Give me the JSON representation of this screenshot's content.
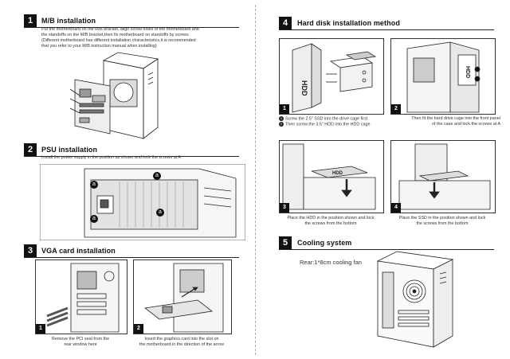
{
  "sections": {
    "mb": {
      "number": "1",
      "title": "M/B installation",
      "lines": [
        "Put the motherboard on the M/B bracket, align screw holes of the motherboard and",
        "the standoffs on the M/B bracket,then fix motherboard on standoffs by screws",
        "(Different motherboard has different installation characteristics,it is recommended",
        "that you refer to your M/B instruction manual when installing)"
      ]
    },
    "psu": {
      "number": "2",
      "title": "PSU installation",
      "lines": [
        "Install the power supply in the position as shown and lock the screws at A"
      ],
      "marker": "a"
    },
    "vga": {
      "number": "3",
      "title": "VGA card installation",
      "panels": [
        {
          "num": "1",
          "caption": [
            "Remove the PCI seal from the",
            "rear window here"
          ]
        },
        {
          "num": "2",
          "caption": [
            "Insert the graphics card into the slot on",
            "the motherboard in the direction of the arrow"
          ]
        }
      ]
    },
    "hdd": {
      "number": "4",
      "title": "Hard disk installation method",
      "panels": [
        {
          "num": "1",
          "caption": [
            "Screw the 2.5\" SSD into the drive cage first",
            "Then screw the 3.5\" HDD into the HDD cage"
          ],
          "bullets": [
            "1",
            "2"
          ]
        },
        {
          "num": "2",
          "caption": [
            "Then fit the hard drive cage into the front panel",
            "of the case and lock the screws at A"
          ]
        },
        {
          "num": "3",
          "caption": [
            "Place the HDD in the position shown and lock",
            "the screws from the bottom"
          ]
        },
        {
          "num": "4",
          "caption": [
            "Place the SSD in the position shown and lock",
            "the screws from the bottom"
          ]
        }
      ],
      "drive_label": "HDD"
    },
    "cooling": {
      "number": "5",
      "title": "Cooling system",
      "text": "Rear:1*8cm cooling fan"
    }
  }
}
